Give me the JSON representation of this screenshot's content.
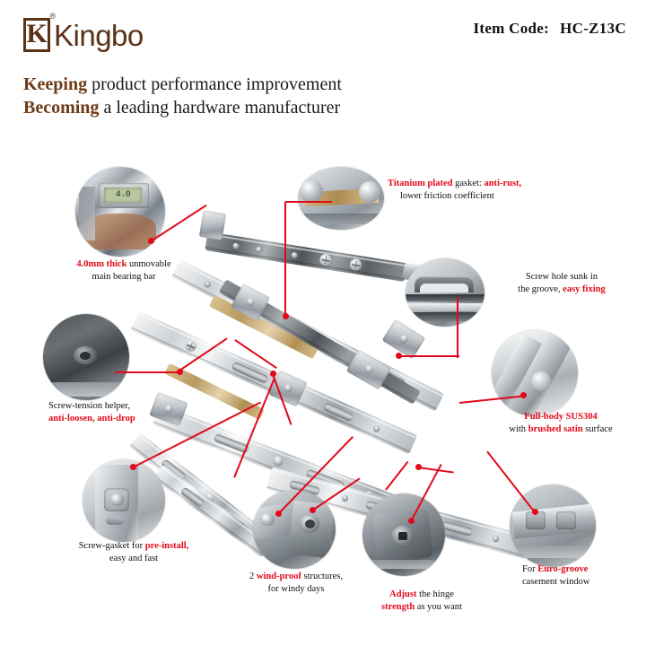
{
  "header": {
    "brand": "Kingbo",
    "logo_glyph": "K",
    "registered_mark": "®",
    "item_code_label": "Item Code:",
    "item_code_value": "HC-Z13C",
    "slogan_line1_bold": "Keeping",
    "slogan_line1_rest": " product performance improvement",
    "slogan_line2_bold": "Becoming",
    "slogan_line2_rest": " a leading hardware manufacturer"
  },
  "colors": {
    "brand_brown": "#5b3117",
    "accent_red": "#e2091a",
    "text_black": "#111111",
    "steel_light": "#d5d9dc",
    "steel_dark": "#6d7378",
    "brass": "#c2a269"
  },
  "annotations": [
    {
      "id": "titanium-gasket",
      "line1": [
        {
          "text": "Titanium plated",
          "color": "red"
        },
        {
          "text": " gasket: ",
          "color": "black"
        },
        {
          "text": "anti-rust,",
          "color": "red"
        }
      ],
      "line2": [
        {
          "text": "lower friction coefficient",
          "color": "black"
        }
      ]
    },
    {
      "id": "bearing-bar",
      "line1": [
        {
          "text": "4.0mm thick",
          "color": "red"
        },
        {
          "text": " unmovable",
          "color": "black"
        }
      ],
      "line2": [
        {
          "text": "main bearing bar",
          "color": "black"
        }
      ]
    },
    {
      "id": "screw-hole",
      "line1": [
        {
          "text": "Screw hole sunk in",
          "color": "black"
        }
      ],
      "line2": [
        {
          "text": "the groove, ",
          "color": "black"
        },
        {
          "text": "easy fixing",
          "color": "red"
        }
      ]
    },
    {
      "id": "screw-tension-helper",
      "line1": [
        {
          "text": "Screw-tension helper,",
          "color": "black"
        }
      ],
      "line2": [
        {
          "text": "anti-loosen, anti-drop",
          "color": "red"
        }
      ]
    },
    {
      "id": "sus304",
      "line1": [
        {
          "text": "Full-body SUS304",
          "color": "red"
        }
      ],
      "line2": [
        {
          "text": "with ",
          "color": "black"
        },
        {
          "text": "brushed satin",
          "color": "red"
        },
        {
          "text": " surface",
          "color": "black"
        }
      ]
    },
    {
      "id": "screw-gasket",
      "line1": [
        {
          "text": "Screw-gasket for ",
          "color": "black"
        },
        {
          "text": "pre-install,",
          "color": "red"
        }
      ],
      "line2": [
        {
          "text": "easy and fast",
          "color": "black"
        }
      ]
    },
    {
      "id": "wind-proof",
      "line1": [
        {
          "text": "2 ",
          "color": "black"
        },
        {
          "text": "wind-proof",
          "color": "red"
        },
        {
          "text": " structures,",
          "color": "black"
        }
      ],
      "line2": [
        {
          "text": "for windy days",
          "color": "black"
        }
      ]
    },
    {
      "id": "adjust-strength",
      "line1": [
        {
          "text": "Adjust",
          "color": "red"
        },
        {
          "text": " the hinge",
          "color": "black"
        }
      ],
      "line2": [
        {
          "text": "strength",
          "color": "red"
        },
        {
          "text": " as you want",
          "color": "black"
        }
      ]
    },
    {
      "id": "euro-groove",
      "line1": [
        {
          "text": "For ",
          "color": "black"
        },
        {
          "text": "Euro-groove",
          "color": "red"
        }
      ],
      "line2": [
        {
          "text": "casement window",
          "color": "black"
        }
      ]
    }
  ],
  "detail_photos": [
    {
      "id": "caliper-measurement",
      "subject": "digital caliper measuring bar thickness"
    },
    {
      "id": "titanium-gasket-closeup",
      "subject": "gold titanium plated gasket strip"
    },
    {
      "id": "screw-hole-closeup",
      "subject": "countersunk screw hole in groove"
    },
    {
      "id": "tension-helper-closeup",
      "subject": "dark screw-tension helper disc"
    },
    {
      "id": "sus304-closeup",
      "subject": "brushed satin stainless arm"
    },
    {
      "id": "screw-gasket-closeup",
      "subject": "screw gasket pre-installed"
    },
    {
      "id": "wind-proof-closeup",
      "subject": "two wind-proof structures"
    },
    {
      "id": "adjust-strength-closeup",
      "subject": "hex adjustment screw"
    },
    {
      "id": "euro-groove-closeup",
      "subject": "euro-groove mounting bracket"
    }
  ],
  "product": {
    "type": "stainless steel friction stay window hinge",
    "finish": "brushed satin SUS304"
  }
}
